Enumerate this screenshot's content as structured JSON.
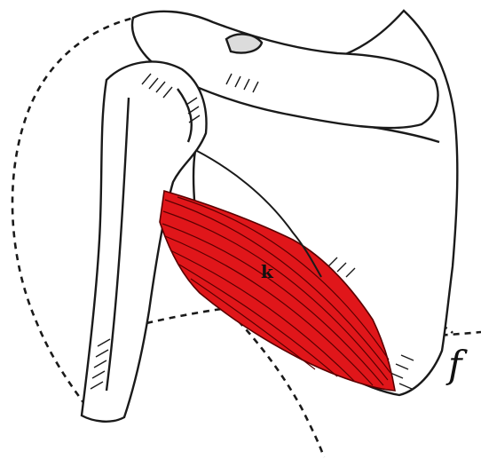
{
  "figure": {
    "labels": {
      "f": "f",
      "k": "k"
    },
    "colors": {
      "muscle": "#e0161a",
      "fibers": "#5a0000",
      "ink": "#1a1a1a",
      "paper": "#ffffff"
    },
    "icons": [
      "shoulder-bone-drawing",
      "muscle-highlight",
      "motion-arc-dashed"
    ]
  }
}
